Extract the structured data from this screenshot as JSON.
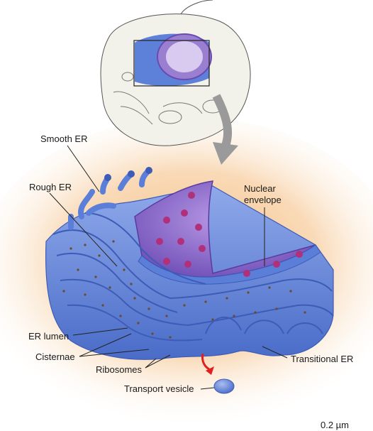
{
  "labels": {
    "smooth_er": "Smooth ER",
    "rough_er": "Rough ER",
    "nuclear_envelope_line1": "Nuclear",
    "nuclear_envelope_line2": "envelope",
    "er_lumen": "ER lumen",
    "cisternae": "Cisternae",
    "ribosomes": "Ribosomes",
    "transport_vesicle": "Transport vesicle",
    "transitional_er": "Transitional ER",
    "scale_bar": "0.2 µm"
  },
  "colors": {
    "background_glow": "#f6c48a",
    "er_blue": "#5b7ed8",
    "er_dark": "#3c5cb8",
    "er_light": "#8fa9ea",
    "nucleus_purple": "#8a63c9",
    "nuclear_pore": "#b0307a",
    "ribosome_brown": "#6b4a2a",
    "arrow_gray": "#9a9a9a",
    "arrow_red": "#e02020",
    "cell_outline": "#555555"
  },
  "icons": {
    "overview_cell": "cell-overview-icon",
    "zoom_arrow": "zoom-arrow-icon",
    "vesicle_arrow": "red-arrow-icon"
  }
}
